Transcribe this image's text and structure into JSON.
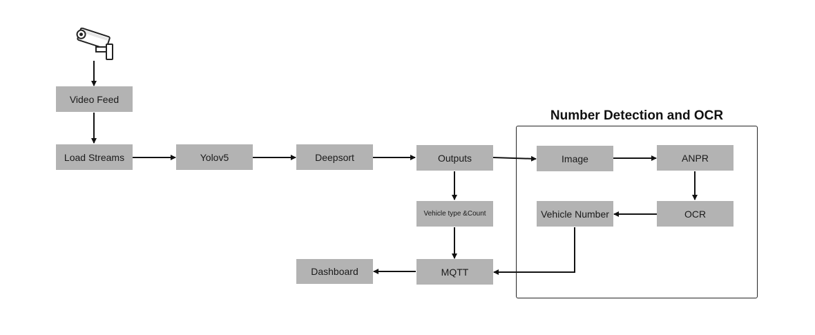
{
  "diagram": {
    "group_title": "Number Detection and OCR",
    "nodes": {
      "video_feed": "Video Feed",
      "load_streams": "Load Streams",
      "yolov5": "Yolov5",
      "deepsort": "Deepsort",
      "outputs": "Outputs",
      "vehicle_type_count": "Vehicle type &Count",
      "mqtt": "MQTT",
      "dashboard": "Dashboard",
      "image": "Image",
      "anpr": "ANPR",
      "ocr": "OCR",
      "vehicle_number": "Vehicle Number"
    },
    "icons": {
      "source": "cctv-camera-icon"
    },
    "colors": {
      "node_fill": "#b3b3b3",
      "edge": "#111111",
      "text": "#1a1a1a"
    }
  }
}
